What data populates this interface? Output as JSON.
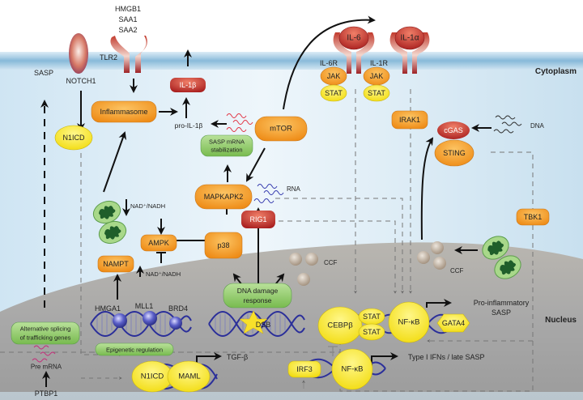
{
  "compartments": {
    "cytoplasm": "Cytoplasm",
    "nucleus": "Nucleus"
  },
  "ligands": {
    "tlr2_ligands": [
      "HMGB1",
      "SAA1",
      "SAA2"
    ],
    "il6": "IL-6",
    "il1a": "IL-1α"
  },
  "receptors": {
    "notch1": "NOTCH1",
    "tlr2": "TLR2",
    "il6r": "IL-6R",
    "il1r": "IL-1R"
  },
  "cytoplasm_nodes": {
    "il1b": "IL-1β",
    "pro_il1b": "pro-IL-1β",
    "inflammasome": "Inflammasome",
    "n1icd": "N1ICD",
    "mtor": "mTOR",
    "sasp_mrna": [
      "SASP mRNA",
      "stabilization"
    ],
    "mapkapk2": "MAPKAPK2",
    "rna": "RNA",
    "rig1": "RIG1",
    "p38": "p38",
    "ampk": "AMPK",
    "nampt": "NAMPT",
    "nad_top": "NAD⁺/NADH",
    "nad_bottom": "NAD⁺/NADH",
    "jak1": "JAK",
    "stat1": "STAT",
    "jak2": "JAK",
    "stat2": "STAT",
    "irak1": "IRAK1",
    "cgas": "cGAS",
    "dna": "DNA",
    "sting": "STING",
    "tbk1": "TBK1",
    "ccf_center": "CCF",
    "ccf_right": "CCF",
    "sasp_out": "SASP"
  },
  "nucleus_nodes": {
    "ddr": [
      "DNA damage",
      "response"
    ],
    "dsb": "DSB",
    "hmga1": "HMGA1",
    "mll1": "MLL1",
    "brd4": "BRD4",
    "epigenetic": "Epigenetic regulation",
    "alt_splicing": [
      "Alternative splicing",
      "of trafficking genes"
    ],
    "pre_mrna": "Pre mRNA",
    "ptbp1": "PTBP1",
    "n1icd": "N1ICD",
    "maml": "MAML",
    "tgfb": "TGF-β",
    "cebpb": "CEBPβ",
    "stat_a": "STAT",
    "stat_b": "STAT",
    "nfkb1": "NF-κB",
    "gata4": "GATA4",
    "pro_inflam": [
      "Pro-inflammatory",
      "SASP"
    ],
    "irf3": "IRF3",
    "nfkb2": "NF-κB",
    "type1": "Type I IFNs / late SASP"
  },
  "colors": {
    "orange": "#f5a02e",
    "yellow": "#f8ea2a",
    "red": "#c0302a",
    "green": "#8cc864",
    "dna_blue": "#2b2f9a",
    "mito_dark": "#1f5e2a",
    "ccf": "#b9aa98"
  }
}
